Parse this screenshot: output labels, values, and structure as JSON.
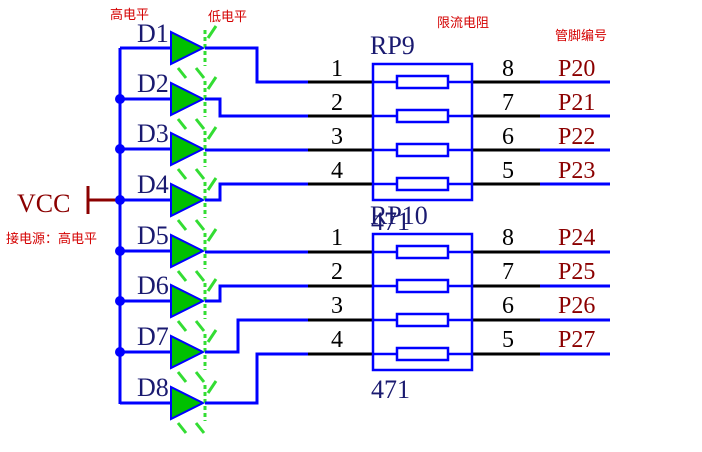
{
  "annotations": {
    "high_level": "高电平",
    "low_level": "低电平",
    "current_limit": "限流电阻",
    "pin_number": "管脚编号",
    "power_note": "接电源：高电平"
  },
  "power": {
    "label": "VCC"
  },
  "leds": [
    {
      "label": "D1"
    },
    {
      "label": "D2"
    },
    {
      "label": "D3"
    },
    {
      "label": "D4"
    },
    {
      "label": "D5"
    },
    {
      "label": "D6"
    },
    {
      "label": "D7"
    },
    {
      "label": "D8"
    }
  ],
  "resistor_networks": [
    {
      "ref": "RP9",
      "value": "471",
      "left_pins": [
        "1",
        "2",
        "3",
        "4"
      ],
      "right_pins": [
        "8",
        "7",
        "6",
        "5"
      ],
      "nets": [
        "P20",
        "P21",
        "P22",
        "P23"
      ]
    },
    {
      "ref": "RP10",
      "value": "471",
      "left_pins": [
        "1",
        "2",
        "3",
        "4"
      ],
      "right_pins": [
        "8",
        "7",
        "6",
        "5"
      ],
      "nets": [
        "P24",
        "P25",
        "P26",
        "P27"
      ]
    }
  ],
  "colors": {
    "wire": "#0000ff",
    "component": "#0000ff",
    "led_fill": "#00c000",
    "led_light": "#33dd33",
    "label": "#1a1a70",
    "net": "#8b0000",
    "pin_black": "#000000",
    "annotation": "#d40000"
  }
}
